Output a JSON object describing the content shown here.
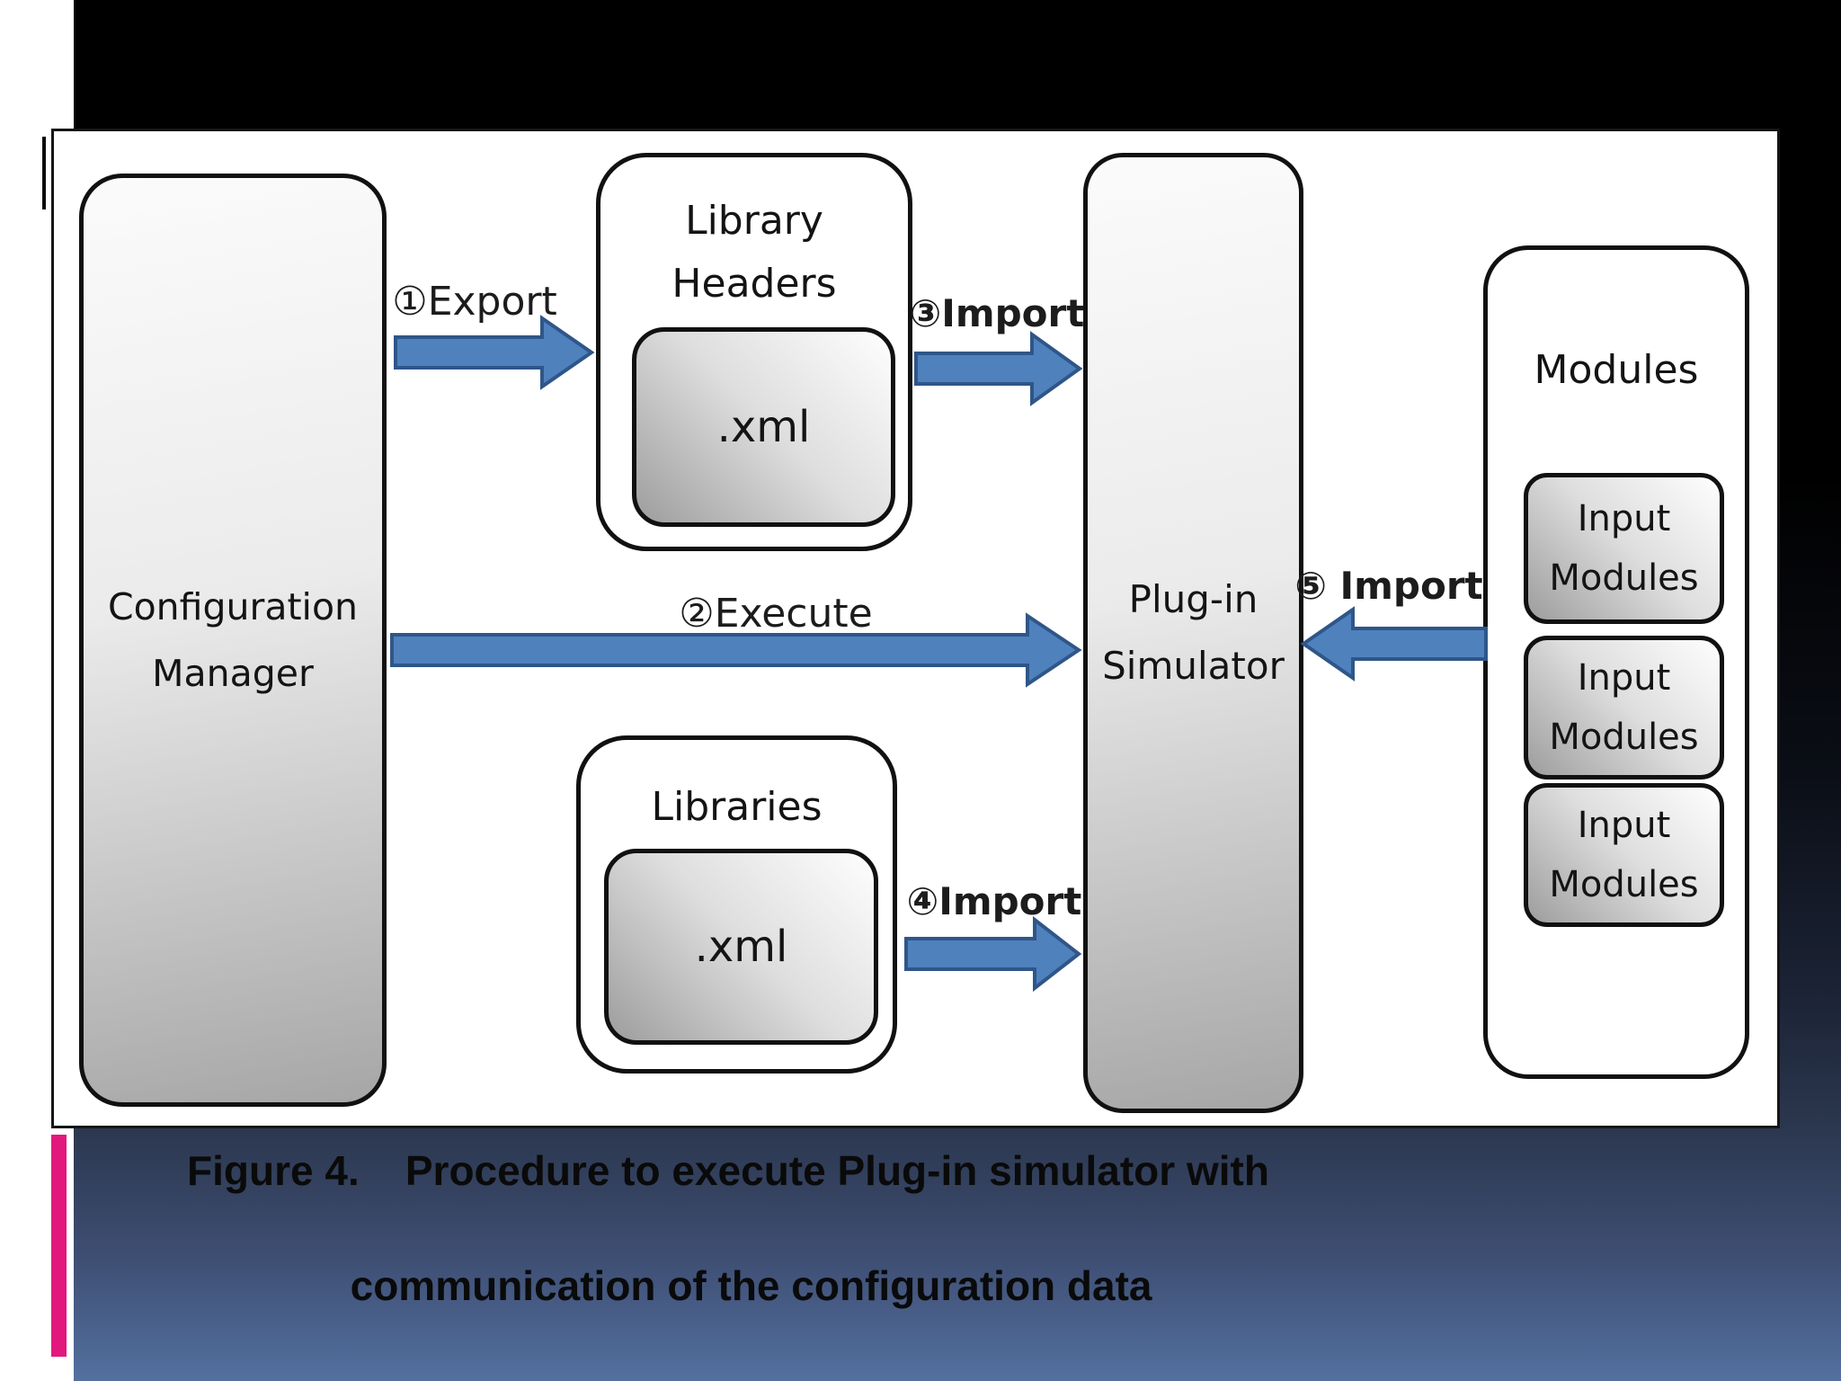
{
  "caption": {
    "line1": "Figure 4.    Procedure to execute Plug-in simulator with",
    "line2": "communication of the configuration data"
  },
  "diagram": {
    "config_manager": {
      "line1": "Configuration",
      "line2": "Manager"
    },
    "library_headers": {
      "line1": "Library",
      "line2": "Headers",
      "xml_label": ".xml"
    },
    "libraries": {
      "title": "Libraries",
      "xml_label": ".xml"
    },
    "plugin_simulator": {
      "line1": "Plug-in",
      "line2": "Simulator"
    },
    "modules": {
      "title": "Modules",
      "items": [
        {
          "line1": "Input",
          "line2": "Modules"
        },
        {
          "line1": "Input",
          "line2": "Modules"
        },
        {
          "line1": "Input",
          "line2": "Modules"
        }
      ]
    },
    "arrow_labels": {
      "export": "①Export",
      "execute": "②Execute",
      "import_headers": "③Import",
      "import_libraries": "④Import",
      "import_modules": "⑤ Import"
    }
  },
  "colors": {
    "arrow-fill": "#4f81bd",
    "arrow-stroke": "#2f5688",
    "pink-bar": "#e2187d",
    "box-border": "#111111",
    "bg-top": "#000000",
    "bg-deep": "#2c3850",
    "bg-bottom": "#53709f",
    "caption": "#0a0a0a"
  }
}
